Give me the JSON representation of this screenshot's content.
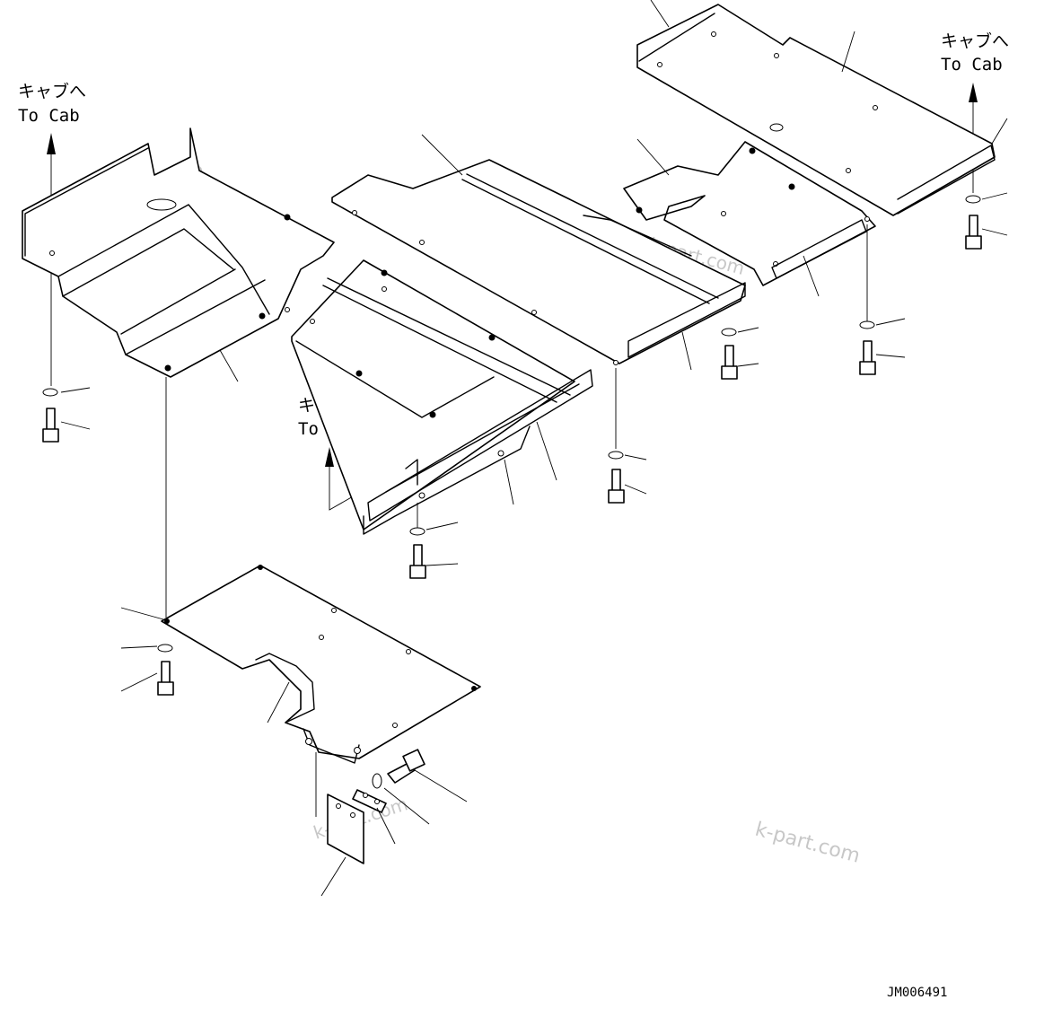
{
  "labels": {
    "to_cab_jp": "キャブへ",
    "to_cab_en": "To Cab"
  },
  "watermark": "k-part.com",
  "drawing_number": "JM006491",
  "colors": {
    "line": "#000000",
    "background": "#ffffff",
    "watermark": "#9a9a9a"
  }
}
